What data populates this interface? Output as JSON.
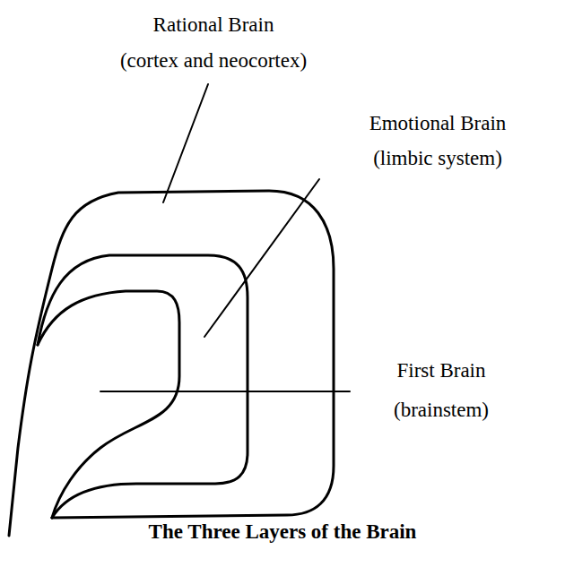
{
  "diagram": {
    "caption": "The Three Layers of the Brain",
    "labels": [
      "Rational Brain",
      "(cortex and neocortex)",
      "Emotional Brain",
      "(limbic system)",
      "First Brain",
      "(brainstem)"
    ]
  }
}
